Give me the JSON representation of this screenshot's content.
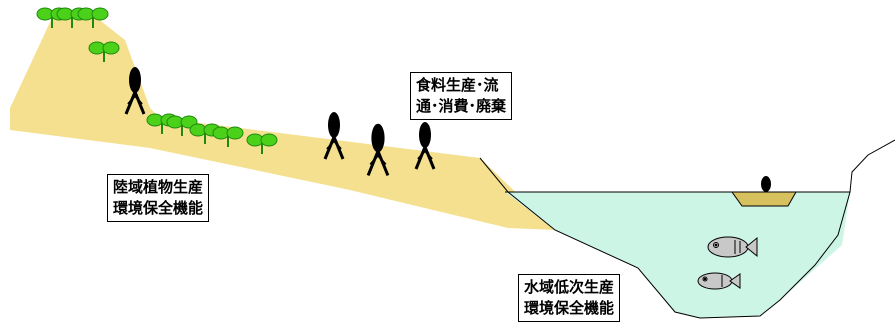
{
  "labels": {
    "food": [
      "食料生産･流",
      "通･消費･廃棄"
    ],
    "land": [
      "陸域植物生産",
      "環境保全機能"
    ],
    "water": [
      "水域低次生産",
      "環境保全機能"
    ]
  },
  "colors": {
    "land": "#f5e08f",
    "water": "#ccf5e6",
    "leaf": "#4cd11a",
    "stem": "#1e8a0e",
    "boat": "#d7c15f",
    "fish": "#c8c8c8"
  }
}
